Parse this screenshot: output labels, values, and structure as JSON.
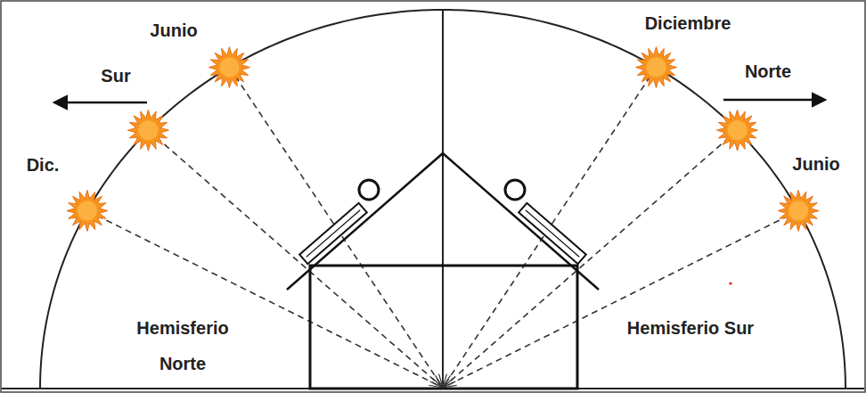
{
  "diagram": {
    "labels": [
      "Junio",
      "Sur",
      "Dic.",
      "Diciembre",
      "Norte",
      "Junio",
      "Hemisferio Norte",
      "Hemisferio Sur"
    ]
  }
}
